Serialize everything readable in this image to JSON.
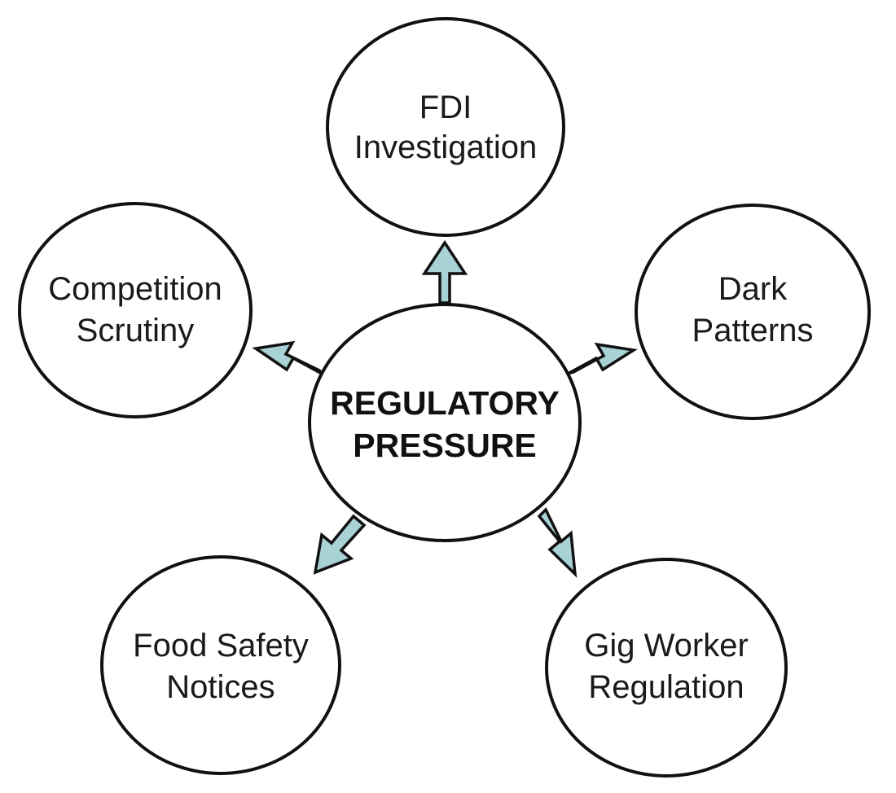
{
  "center": {
    "line1": "REGULATORY",
    "line2": "PRESSURE"
  },
  "nodes": {
    "fdi": {
      "line1": "FDI",
      "line2": "Investigation"
    },
    "dark": {
      "line1": "Dark",
      "line2": "Patterns"
    },
    "gig": {
      "line1": "Gig Worker",
      "line2": "Regulation"
    },
    "food": {
      "line1": "Food Safety",
      "line2": "Notices"
    },
    "competition": {
      "line1": "Competition",
      "line2": "Scrutiny"
    }
  },
  "colors": {
    "arrow_fill": "#a8d2d6",
    "outline": "#111111"
  }
}
